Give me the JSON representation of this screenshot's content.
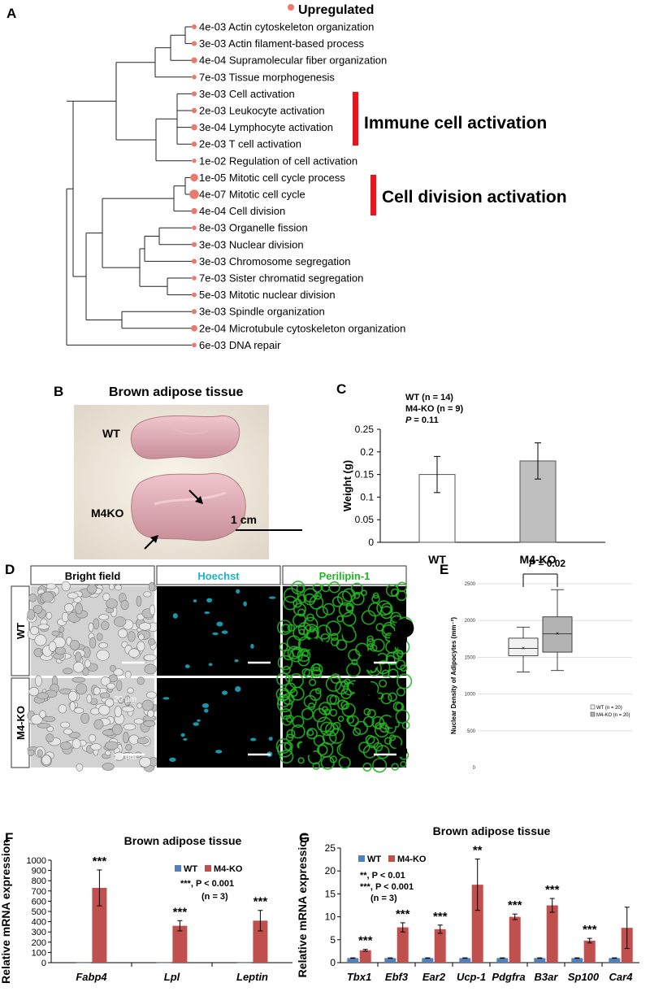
{
  "panelA": {
    "letter": "A",
    "legend": "Upregulated",
    "terms": [
      {
        "p": "4e-03",
        "label": "Actin cytoskeleton organization"
      },
      {
        "p": "3e-03",
        "label": "Actin filament-based process"
      },
      {
        "p": "4e-04",
        "label": "Supramolecular fiber organization"
      },
      {
        "p": "7e-03",
        "label": "Tissue morphogenesis"
      },
      {
        "p": "3e-03",
        "label": "Cell activation"
      },
      {
        "p": "2e-03",
        "label": "Leukocyte activation"
      },
      {
        "p": "3e-04",
        "label": "Lymphocyte activation"
      },
      {
        "p": "2e-03",
        "label": "T cell activation"
      },
      {
        "p": "1e-02",
        "label": "Regulation of cell activation"
      },
      {
        "p": "1e-05",
        "label": "Mitotic cell cycle process"
      },
      {
        "p": "4e-07",
        "label": "Mitotic cell cycle"
      },
      {
        "p": "4e-04",
        "label": "Cell division"
      },
      {
        "p": "8e-03",
        "label": "Organelle fission"
      },
      {
        "p": "3e-03",
        "label": "Nuclear division"
      },
      {
        "p": "3e-03",
        "label": "Chromosome segregation"
      },
      {
        "p": "7e-03",
        "label": "Sister chromatid segregation"
      },
      {
        "p": "5e-03",
        "label": "Mitotic nuclear division"
      },
      {
        "p": "3e-03",
        "label": "Spindle organization"
      },
      {
        "p": "2e-04",
        "label": "Microtubule cytoskeleton organization"
      },
      {
        "p": "6e-03",
        "label": "DNA repair"
      }
    ],
    "group1": "Immune cell activation",
    "group2": "Cell division activation",
    "dot_color": "#e87a6e",
    "bar_color": "#e8141e"
  },
  "panelB": {
    "letter": "B",
    "title": "Brown adipose tissue",
    "wt": "WT",
    "ko": "M4KO",
    "scale": "1 cm"
  },
  "panelC": {
    "letter": "C",
    "note1": "WT (n = 14)",
    "note2": "M4-KO (n = 9)",
    "note3_p": "P",
    "note3_rest": " = 0.11"
  },
  "panelD": {
    "letter": "D",
    "col1": "Bright field",
    "col2": "Hoechst",
    "col3": "Perilipin-1",
    "row1": "WT",
    "row2": "M4-KO",
    "scale1": "20 µm",
    "scale2": "20 µm",
    "hoechst_color": "#19b4c8",
    "perilipin_color": "#22b522"
  },
  "panelE": {
    "letter": "E",
    "p_label": "P",
    "p_rest": "  =  0.02",
    "legend_wt": "WT (n = 20)",
    "legend_ko": "M4-KO (n = 20)"
  },
  "panelF": {
    "letter": "F",
    "title": "Brown adipose tissue",
    "legend_wt": "WT",
    "legend_ko": "M4-KO",
    "note1": "***, P < 0.001",
    "note2": "(n = 3)",
    "star": "***",
    "wt_color": "#4f81bd",
    "ko_color": "#c0504d"
  },
  "panelG": {
    "letter": "G",
    "title": "Brown adipose tissue",
    "legend_wt": "WT",
    "legend_ko": "M4-KO",
    "note1": "**, P < 0.01",
    "note2": "***, P < 0.001",
    "note3": "(n = 3)"
  },
  "chart_data": [
    {
      "type": "bar",
      "panel": "C",
      "categories": [
        "WT",
        "M4-KO"
      ],
      "values": [
        0.15,
        0.18
      ],
      "errors": [
        0.04,
        0.04
      ],
      "ylabel": "Weight (g)",
      "ylim": [
        0,
        0.25
      ],
      "yticks": [
        0,
        0.05,
        0.1,
        0.15,
        0.2,
        0.25
      ],
      "bar_colors": [
        "#ffffff",
        "#bfbfbf"
      ]
    },
    {
      "type": "box",
      "panel": "E",
      "ylabel": "Nuclear Density of  Adipocytes (mm⁻²)",
      "ylim": [
        0,
        2500
      ],
      "yticks": [
        0,
        500,
        1000,
        1500,
        2000,
        2500
      ],
      "boxes": [
        {
          "name": "WT",
          "min": 1300,
          "q1": 1520,
          "median": 1620,
          "mean": 1620,
          "q3": 1760,
          "max": 1910,
          "fill": "#f2f2f2"
        },
        {
          "name": "M4-KO",
          "min": 1320,
          "q1": 1570,
          "median": 1820,
          "mean": 1820,
          "q3": 2050,
          "max": 2420,
          "fill": "#b3b3b3"
        }
      ]
    },
    {
      "type": "bar",
      "panel": "F",
      "categories": [
        "Fabp4",
        "Lpl",
        "Leptin"
      ],
      "series": [
        {
          "name": "WT",
          "values": [
            1,
            1,
            1
          ],
          "errors": [
            0,
            0,
            0
          ]
        },
        {
          "name": "M4-KO",
          "values": [
            730,
            360,
            410
          ],
          "errors": [
            175,
            50,
            100
          ]
        }
      ],
      "ylabel": "Relative mRNA expression",
      "ylim": [
        0,
        1000
      ],
      "yticks": [
        0,
        100,
        200,
        300,
        400,
        500,
        600,
        700,
        800,
        900,
        1000
      ],
      "significance": [
        "***",
        "***",
        "***"
      ]
    },
    {
      "type": "bar",
      "panel": "G",
      "categories": [
        "Tbx1",
        "Ebf3",
        "Ear2",
        "Ucp-1",
        "Pdgfra",
        "B3ar",
        "Sp100",
        "Car4"
      ],
      "series": [
        {
          "name": "WT",
          "values": [
            1,
            1,
            1,
            1,
            1,
            1,
            1,
            1
          ],
          "errors": [
            0.05,
            0.05,
            0.05,
            0.05,
            0.05,
            0.05,
            0.05,
            0.05
          ]
        },
        {
          "name": "M4-KO",
          "values": [
            2.7,
            7.7,
            7.3,
            17,
            10,
            12.5,
            4.8,
            7.6
          ],
          "errors": [
            0.2,
            1.0,
            0.9,
            5.6,
            0.6,
            1.5,
            0.5,
            4.5
          ]
        }
      ],
      "ylabel": "Relative mRNA expression",
      "ylim": [
        0,
        25
      ],
      "yticks": [
        0,
        5,
        10,
        15,
        20,
        25
      ],
      "significance": [
        "***",
        "***",
        "***",
        "**",
        "***",
        "***",
        "***",
        ""
      ]
    }
  ]
}
